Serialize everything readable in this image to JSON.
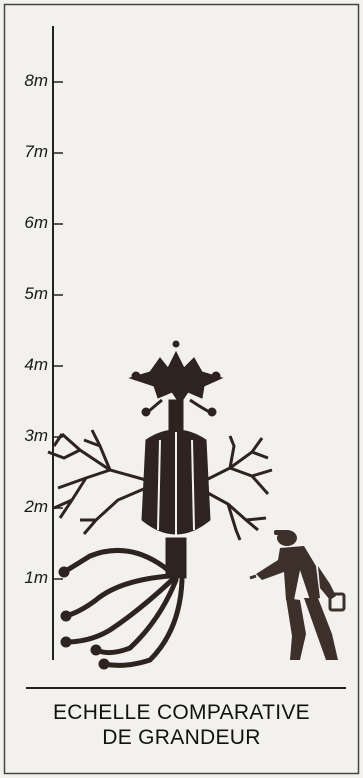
{
  "scale": {
    "unit": "m",
    "ticks": [
      {
        "value": 1,
        "label": "1m"
      },
      {
        "value": 2,
        "label": "2m"
      },
      {
        "value": 3,
        "label": "3m"
      },
      {
        "value": 4,
        "label": "4m"
      },
      {
        "value": 5,
        "label": "5m"
      },
      {
        "value": 6,
        "label": "6m"
      },
      {
        "value": 7,
        "label": "7m"
      },
      {
        "value": 8,
        "label": "8m"
      }
    ]
  },
  "caption": {
    "line1": "ECHELLE COMPARATIVE",
    "line2": "DE GRANDEUR"
  },
  "colors": {
    "background": "#f2f1ee",
    "ink": "#3a2b24",
    "frame": "#2a2a2a"
  }
}
